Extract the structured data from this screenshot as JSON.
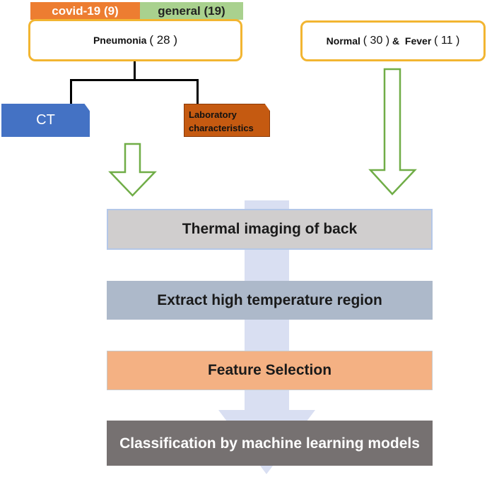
{
  "tags": {
    "covid": "covid-19 (9)",
    "general": "general (19)"
  },
  "pneumonia": {
    "label": "Pneumonia",
    "count": "( 28 )"
  },
  "normal": {
    "label": "Normal",
    "count": "( 30 )",
    "amp": "&",
    "fever_label": "Fever",
    "fever_count": "( 11 )"
  },
  "branches": {
    "ct": "CT",
    "lab_line1": "Laboratory",
    "lab_line2": "characteristics"
  },
  "stages": [
    "Thermal imaging of back",
    "Extract high temperature region",
    "Feature Selection",
    "Classification by machine learning models"
  ],
  "colors": {
    "covid_tag": "#ed7d31",
    "general_tag": "#a9d18e",
    "yellow_border": "#f2b531",
    "ct": "#4472c4",
    "lab": "#c55a11",
    "green_arrow": "#70ad47",
    "flow_arrow": "#d9dff2",
    "stage_1": "#d0cece",
    "stage_2": "#adb9ca",
    "stage_3": "#f4b183",
    "stage_4": "#767171"
  }
}
